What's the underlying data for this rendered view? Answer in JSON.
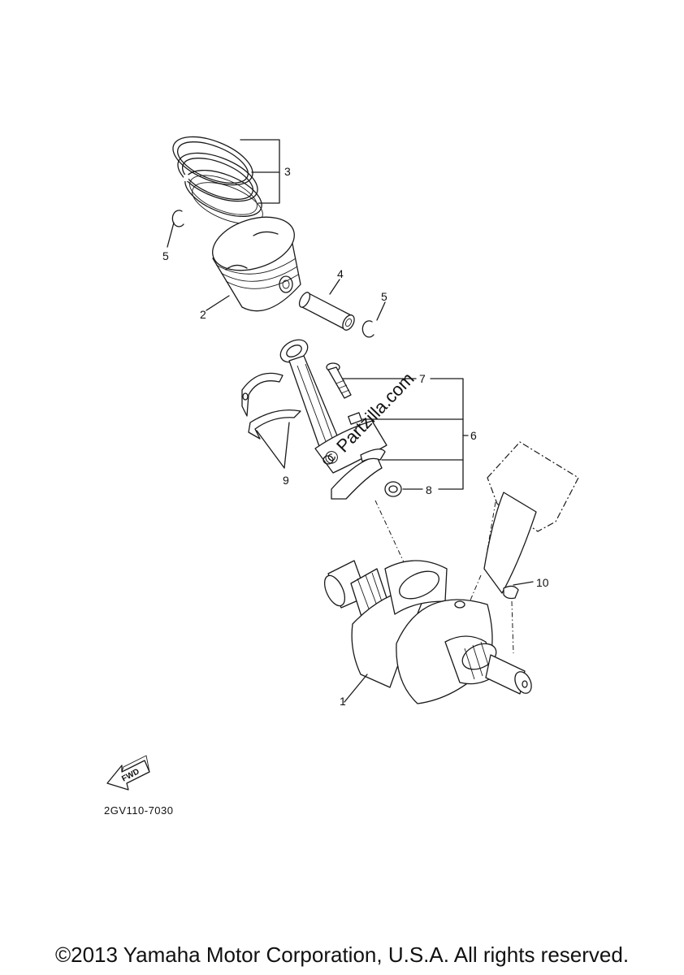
{
  "callouts": {
    "c1": "1",
    "c2": "2",
    "c3": "3",
    "c4": "4",
    "c5a": "5",
    "c5b": "5",
    "c6": "6",
    "c7": "7",
    "c8": "8",
    "c9": "9",
    "c10": "10"
  },
  "watermark": "© Partzilla.com",
  "fwd_label": "FWD",
  "diagram_code": "2GV110-7030",
  "copyright": "©2013 Yamaha Motor Corporation, U.S.A. All rights reserved.",
  "colors": {
    "ink": "#111111",
    "background": "#ffffff"
  }
}
